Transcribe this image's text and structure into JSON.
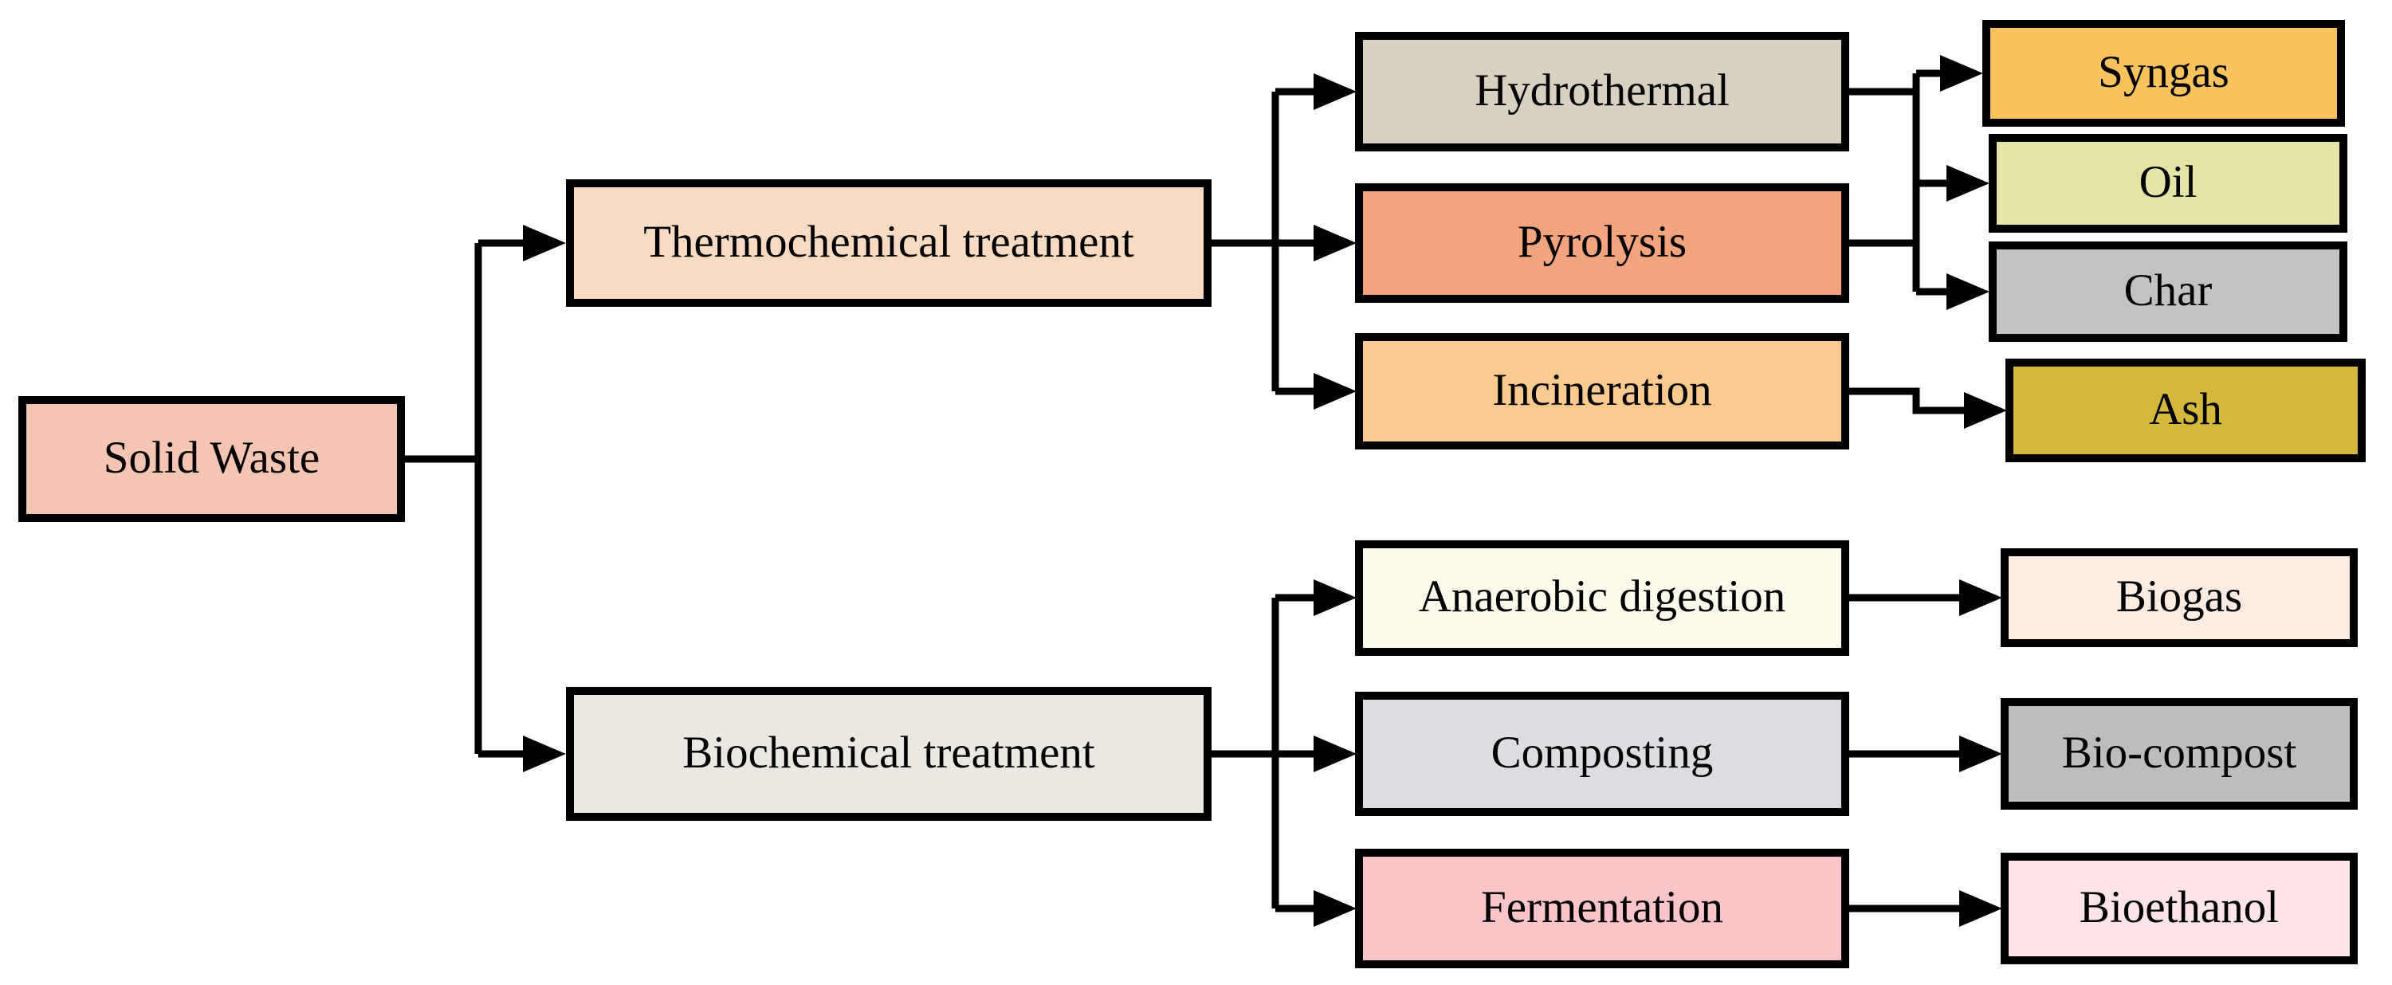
{
  "figure": {
    "type": "flowchart",
    "description": "Solid waste treatment pathways and end products"
  },
  "nodes": {
    "solid_waste": {
      "label": "Solid Waste",
      "color": "#f5c5b4"
    },
    "thermochemical": {
      "label": "Thermochemical treatment",
      "color": "#f9dbc4"
    },
    "biochemical": {
      "label": "Biochemical treatment",
      "color": "#eae8e0"
    },
    "hydrothermal": {
      "label": "Hydrothermal",
      "color": "#d8d1c1"
    },
    "pyrolysis": {
      "label": "Pyrolysis",
      "color": "#f1a47e"
    },
    "incineration": {
      "label": "Incineration",
      "color": "#fbca8f"
    },
    "anaerobic_digestion": {
      "label": "Anaerobic digestion",
      "color": "#fdfcec"
    },
    "composting": {
      "label": "Composting",
      "color": "#dbdde0"
    },
    "fermentation": {
      "label": "Fermentation",
      "color": "#fbc5c9"
    },
    "syngas": {
      "label": "Syngas",
      "color": "#fac35e"
    },
    "oil": {
      "label": "Oil",
      "color": "#e4e4a7"
    },
    "char": {
      "label": "Char",
      "color": "#c2c2c2"
    },
    "ash": {
      "label": "Ash",
      "color": "#d4b83c"
    },
    "biogas": {
      "label": "Biogas",
      "color": "#fcebe0"
    },
    "bio_compost": {
      "label": "Bio-compost",
      "color": "#bdbdbd"
    },
    "bioethanol": {
      "label": "Bioethanol",
      "color": "#fce4e7"
    }
  },
  "edges": [
    {
      "from": "solid_waste",
      "to": "thermochemical"
    },
    {
      "from": "solid_waste",
      "to": "biochemical"
    },
    {
      "from": "thermochemical",
      "to": "hydrothermal"
    },
    {
      "from": "thermochemical",
      "to": "pyrolysis"
    },
    {
      "from": "thermochemical",
      "to": "incineration"
    },
    {
      "from": "hydrothermal",
      "to": "syngas"
    },
    {
      "from": "hydrothermal",
      "to": "oil"
    },
    {
      "from": "hydrothermal",
      "to": "char"
    },
    {
      "from": "pyrolysis",
      "to": "syngas"
    },
    {
      "from": "pyrolysis",
      "to": "oil"
    },
    {
      "from": "pyrolysis",
      "to": "char"
    },
    {
      "from": "incineration",
      "to": "ash"
    },
    {
      "from": "biochemical",
      "to": "anaerobic_digestion"
    },
    {
      "from": "biochemical",
      "to": "composting"
    },
    {
      "from": "biochemical",
      "to": "fermentation"
    },
    {
      "from": "anaerobic_digestion",
      "to": "biogas"
    },
    {
      "from": "composting",
      "to": "bio_compost"
    },
    {
      "from": "fermentation",
      "to": "bioethanol"
    }
  ],
  "style": {
    "line_color": "#000000",
    "border_color": "#000000",
    "background": "#ffffff"
  }
}
